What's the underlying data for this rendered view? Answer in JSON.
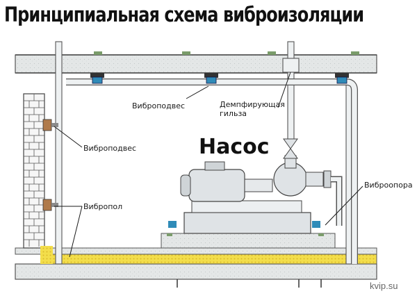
{
  "title": "Принципиальная схема виброизоляции",
  "labels": {
    "hanger_top": "Виброподвес",
    "damping_sleeve_line1": "Демпфирующая",
    "damping_sleeve_line2": "гильза",
    "pump": "Насос",
    "hanger_wall": "Виброподвес",
    "floor": "Вибропол",
    "support": "Виброопора"
  },
  "watermark": "kvip.su",
  "colors": {
    "concrete": "#e3e6e6",
    "insulation": "#f2dd4a",
    "pipe": "#c9cfd3",
    "pump_body": "#dfe3e6",
    "isolator": "#2f8bb8",
    "brick": "#f5f5f5"
  }
}
